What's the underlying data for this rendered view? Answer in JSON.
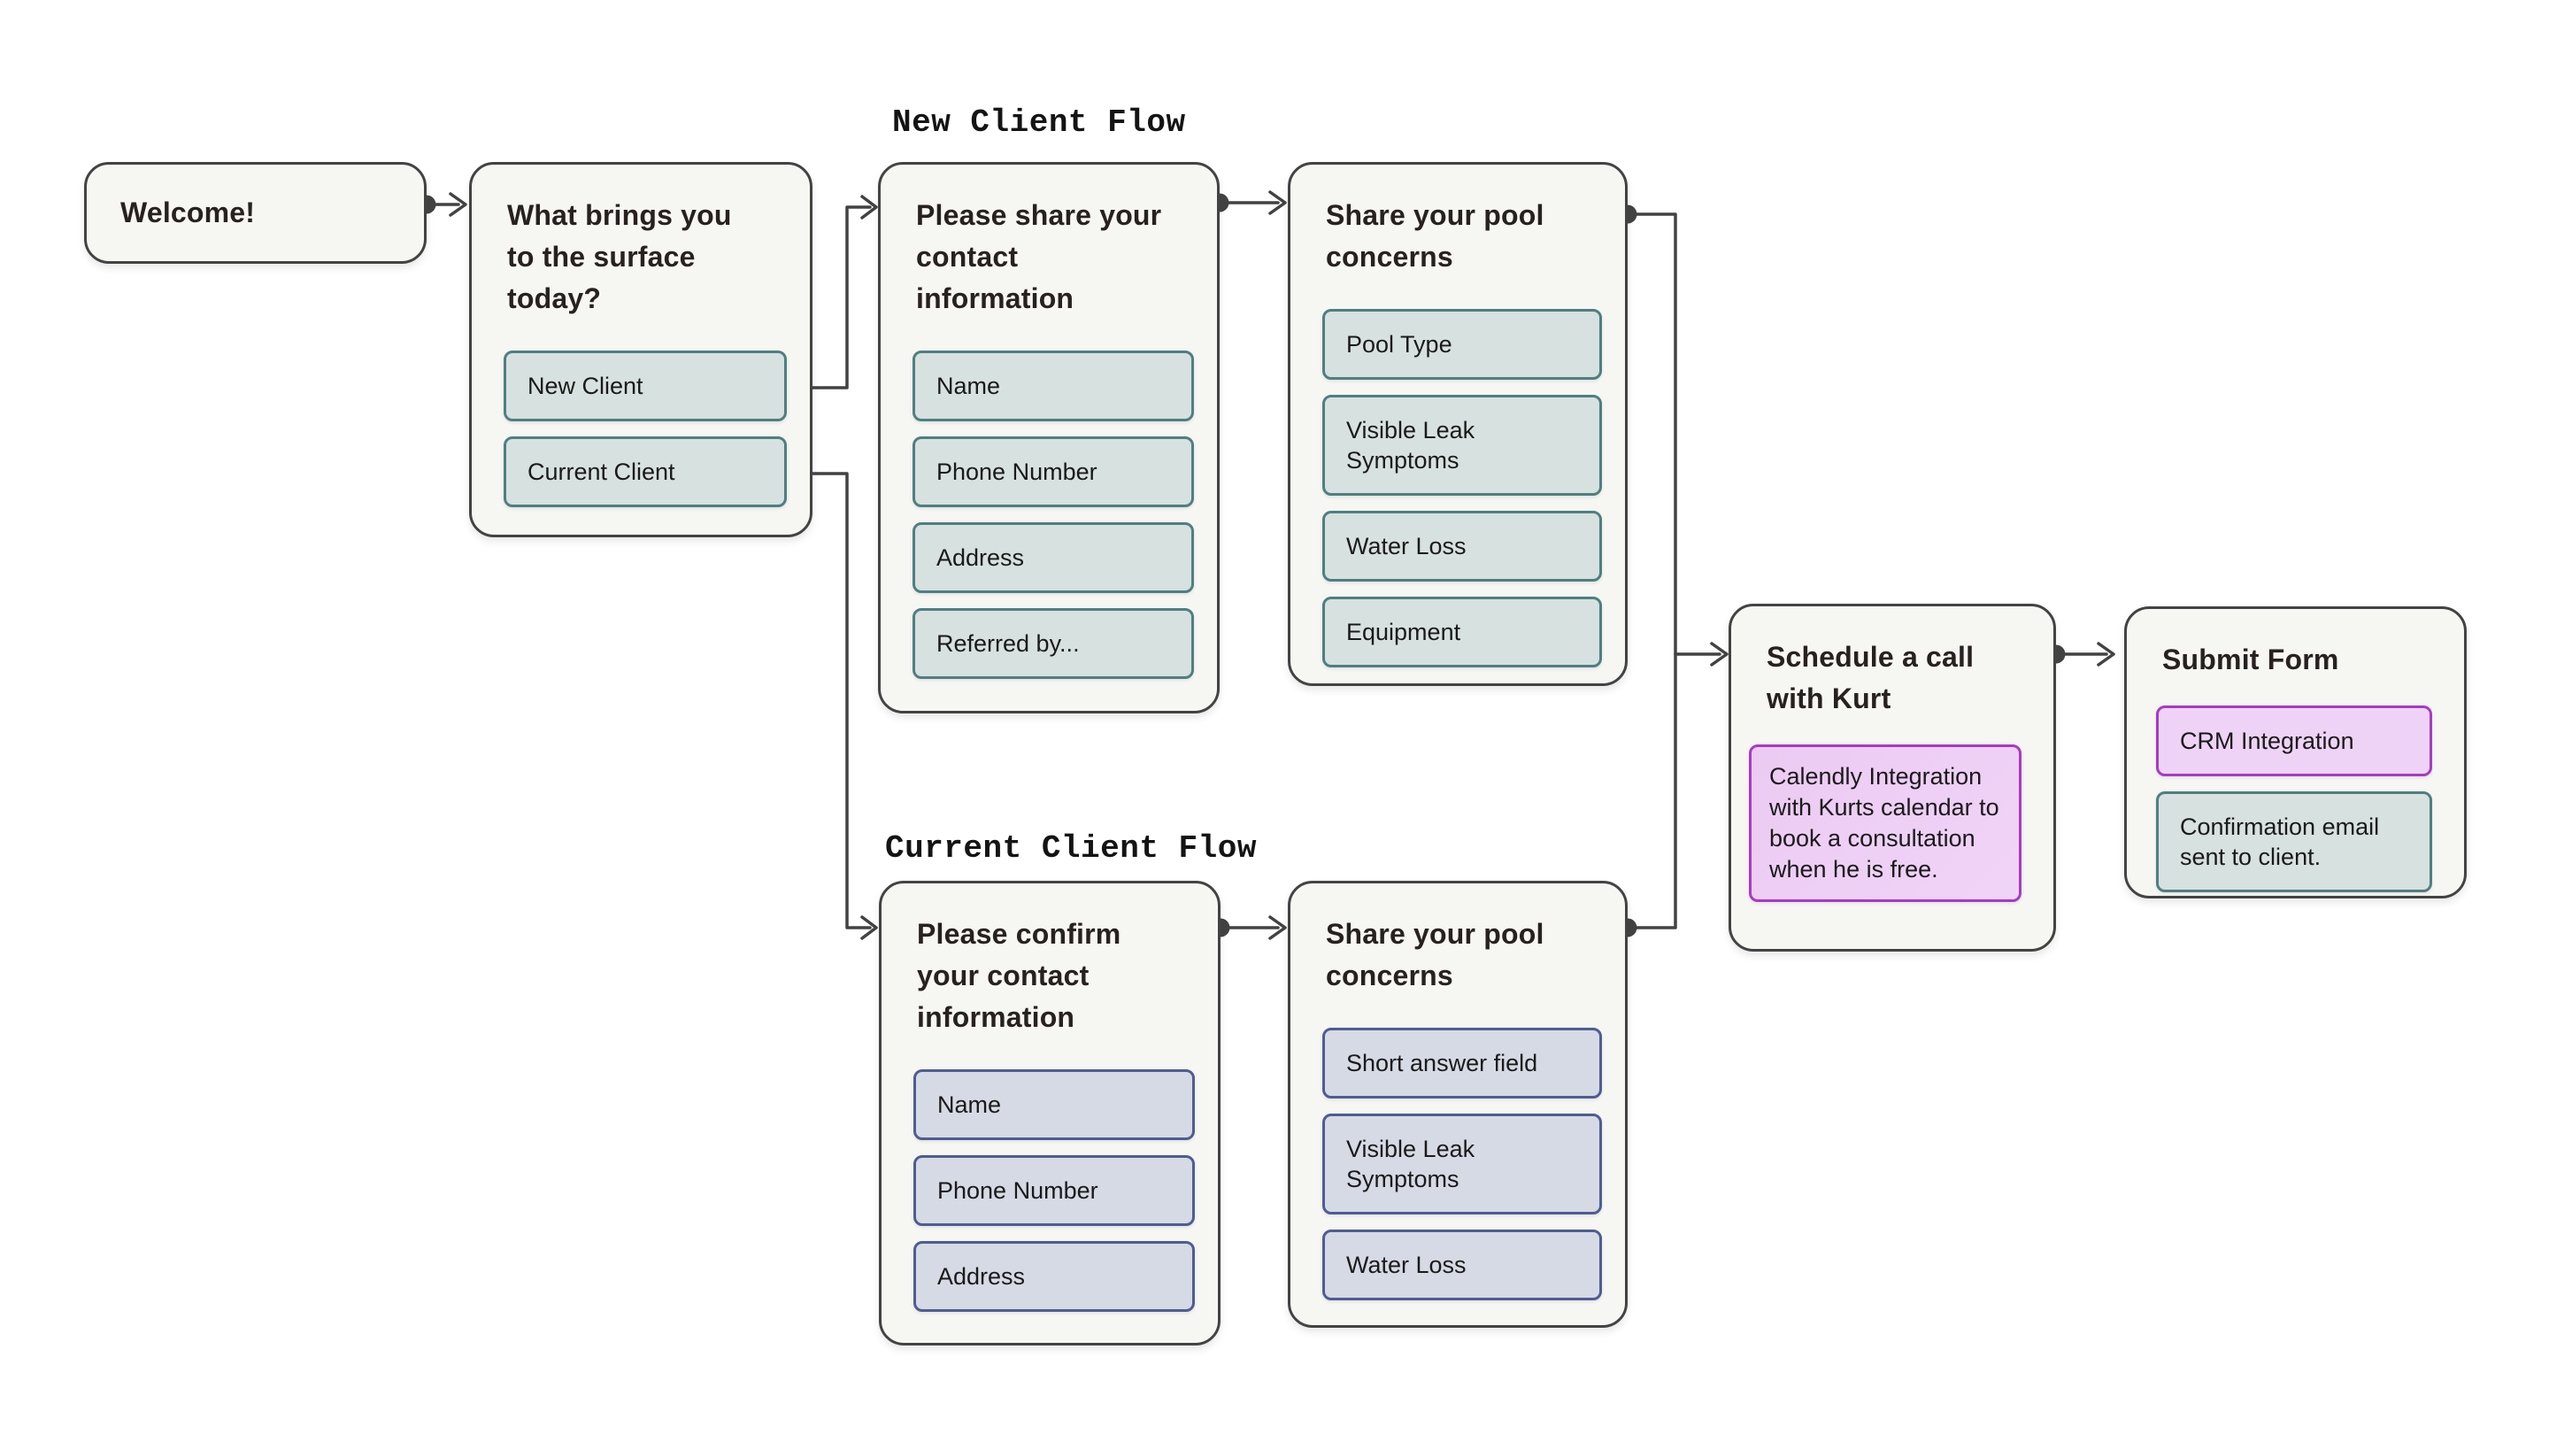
{
  "colors": {
    "canvas_bg": "#ffffff",
    "node_fill": "#f6f6f3",
    "node_border": "#434343",
    "connector": "#424242",
    "title_text": "#272120",
    "item_text": "#1a1a1a",
    "flow_label_text": "#141414",
    "teal_fill": "#d7e1df",
    "teal_border": "#4e7f82",
    "lavender_fill": "#d6dae4",
    "lavender_border": "#4d5d94",
    "purple_fill": "#efd3f6",
    "purple_note_fill": "#eccaf3",
    "purple_border": "#a73ac9"
  },
  "flow_labels": [
    {
      "id": "new-client-flow",
      "label": "New Client Flow"
    },
    {
      "id": "current-client-flow",
      "label": "Current Client Flow"
    }
  ],
  "nodes": [
    {
      "id": "welcome",
      "title": "Welcome!",
      "items": []
    },
    {
      "id": "what-brings",
      "title": "What brings you to the surface today?",
      "items": [
        {
          "label": "New Client",
          "style": "teal"
        },
        {
          "label": "Current Client",
          "style": "teal"
        }
      ]
    },
    {
      "id": "share-contact",
      "title": "Please share your contact information",
      "items": [
        {
          "label": "Name",
          "style": "teal"
        },
        {
          "label": "Phone Number",
          "style": "teal"
        },
        {
          "label": "Address",
          "style": "teal"
        },
        {
          "label": "Referred by...",
          "style": "teal"
        }
      ]
    },
    {
      "id": "pool-concerns-new",
      "title": "Share your pool concerns",
      "items": [
        {
          "label": "Pool Type",
          "style": "teal"
        },
        {
          "label": "Visible Leak Symptoms",
          "style": "teal"
        },
        {
          "label": "Water Loss",
          "style": "teal"
        },
        {
          "label": "Equipment",
          "style": "teal"
        }
      ]
    },
    {
      "id": "confirm-contact",
      "title": "Please confirm your contact information",
      "items": [
        {
          "label": "Name",
          "style": "lavender"
        },
        {
          "label": "Phone Number",
          "style": "lavender"
        },
        {
          "label": "Address",
          "style": "lavender"
        }
      ]
    },
    {
      "id": "pool-concerns-current",
      "title": "Share your pool concerns",
      "items": [
        {
          "label": "Short answer field",
          "style": "lavender"
        },
        {
          "label": "Visible Leak Symptoms",
          "style": "lavender"
        },
        {
          "label": "Water Loss",
          "style": "lavender"
        }
      ]
    },
    {
      "id": "schedule-call",
      "title": "Schedule a call with Kurt",
      "items": [
        {
          "label": "Calendly Integration with Kurts calendar to book a consultation when he is free.",
          "style": "purple-note"
        }
      ]
    },
    {
      "id": "submit-form",
      "title": "Submit Form",
      "items": [
        {
          "label": "CRM Integration",
          "style": "purple"
        },
        {
          "label": "Confirmation email sent to client.",
          "style": "teal"
        }
      ]
    },
    {
      "id": "edges",
      "title": "",
      "items": []
    }
  ],
  "edges": [
    {
      "from": "welcome",
      "to": "what-brings"
    },
    {
      "from": "what-brings.new-client",
      "to": "share-contact"
    },
    {
      "from": "what-brings.current-client",
      "to": "confirm-contact"
    },
    {
      "from": "share-contact",
      "to": "pool-concerns-new"
    },
    {
      "from": "pool-concerns-new",
      "to": "schedule-call"
    },
    {
      "from": "pool-concerns-current",
      "to": "schedule-call"
    },
    {
      "from": "confirm-contact",
      "to": "pool-concerns-current"
    },
    {
      "from": "schedule-call",
      "to": "submit-form"
    }
  ]
}
